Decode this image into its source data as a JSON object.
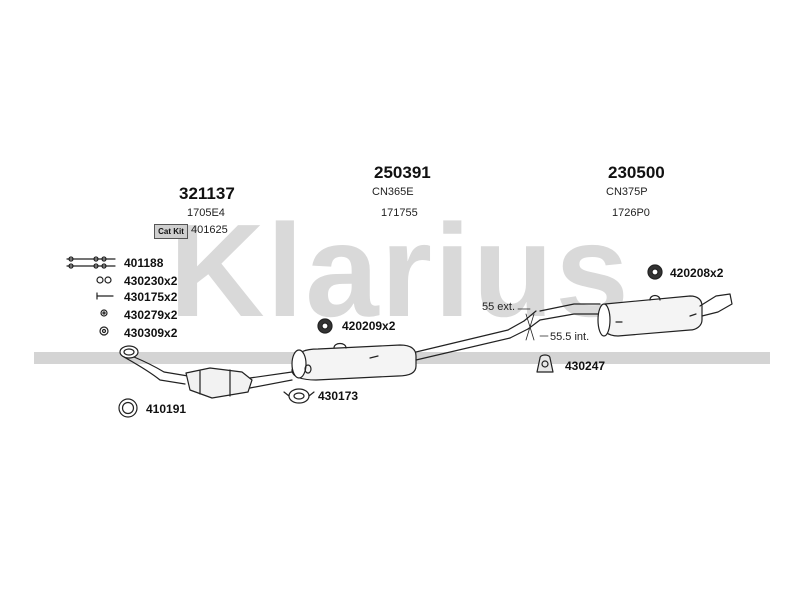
{
  "watermark": {
    "brand": "Klarius"
  },
  "header_groups": [
    {
      "part": "321137",
      "codes": [
        "1705E4"
      ]
    },
    {
      "part": "250391",
      "codes": [
        "CN365E",
        "171755"
      ]
    },
    {
      "part": "230500",
      "codes": [
        "CN375P",
        "1726P0"
      ]
    }
  ],
  "cat_kit": {
    "badge": "Cat Kit",
    "code": "401625"
  },
  "fitting_list": [
    "401188",
    "430230x2",
    "430175x2",
    "430279x2",
    "430309x2"
  ],
  "callouts": {
    "c410191": "410191",
    "c430173": "430173",
    "c420209": "420209x2",
    "c430247": "430247",
    "c420208": "420208x2"
  },
  "dimensions": {
    "ext": "55 ext.",
    "int": "55.5 int."
  },
  "icons": [
    "gasket-ring-icon",
    "rubber-hanger-icon",
    "clamp-icon",
    "bolt-icon",
    "nut-icon",
    "spring-icon"
  ]
}
